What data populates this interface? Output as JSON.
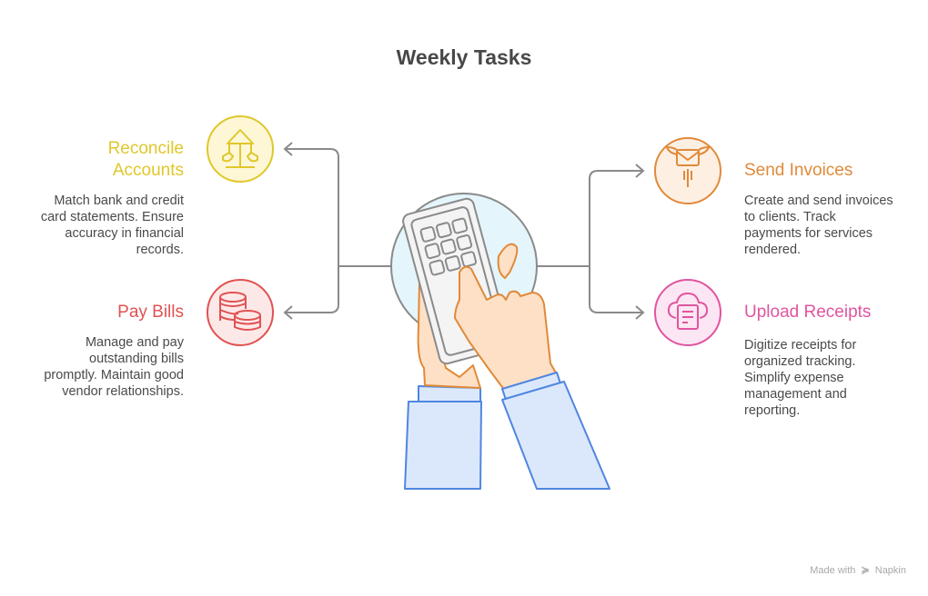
{
  "title": "Weekly Tasks",
  "colors": {
    "reconcile": "#e0c72a",
    "pay_bills": "#e05252",
    "send_invoices": "#e08a3a",
    "upload_receipts": "#e0559f",
    "connector": "#8a8a8a",
    "hand_stroke": "#e08a3a",
    "sleeve_stroke": "#4f86e0"
  },
  "tasks": [
    {
      "id": "reconcile-accounts",
      "heading": [
        "Reconcile",
        "Accounts"
      ],
      "description": [
        "Match bank and credit",
        "card statements. Ensure",
        "accuracy in financial",
        "records."
      ],
      "icon": "carousel-icon"
    },
    {
      "id": "pay-bills",
      "heading": [
        "Pay Bills"
      ],
      "description": [
        "Manage and pay",
        "outstanding bills",
        "promptly. Maintain good",
        "vendor relationships."
      ],
      "icon": "coins-icon"
    },
    {
      "id": "send-invoices",
      "heading": [
        "Send Invoices"
      ],
      "description": [
        "Create and send invoices",
        "to clients. Track",
        "payments for services",
        "rendered."
      ],
      "icon": "winged-envelope-icon"
    },
    {
      "id": "upload-receipts",
      "heading": [
        "Upload Receipts"
      ],
      "description": [
        "Digitize receipts for",
        "organized tracking.",
        "Simplify expense",
        "management and",
        "reporting."
      ],
      "icon": "cloud-document-icon"
    }
  ],
  "footer": {
    "made_with": "Made with",
    "brand": "Napkin"
  }
}
